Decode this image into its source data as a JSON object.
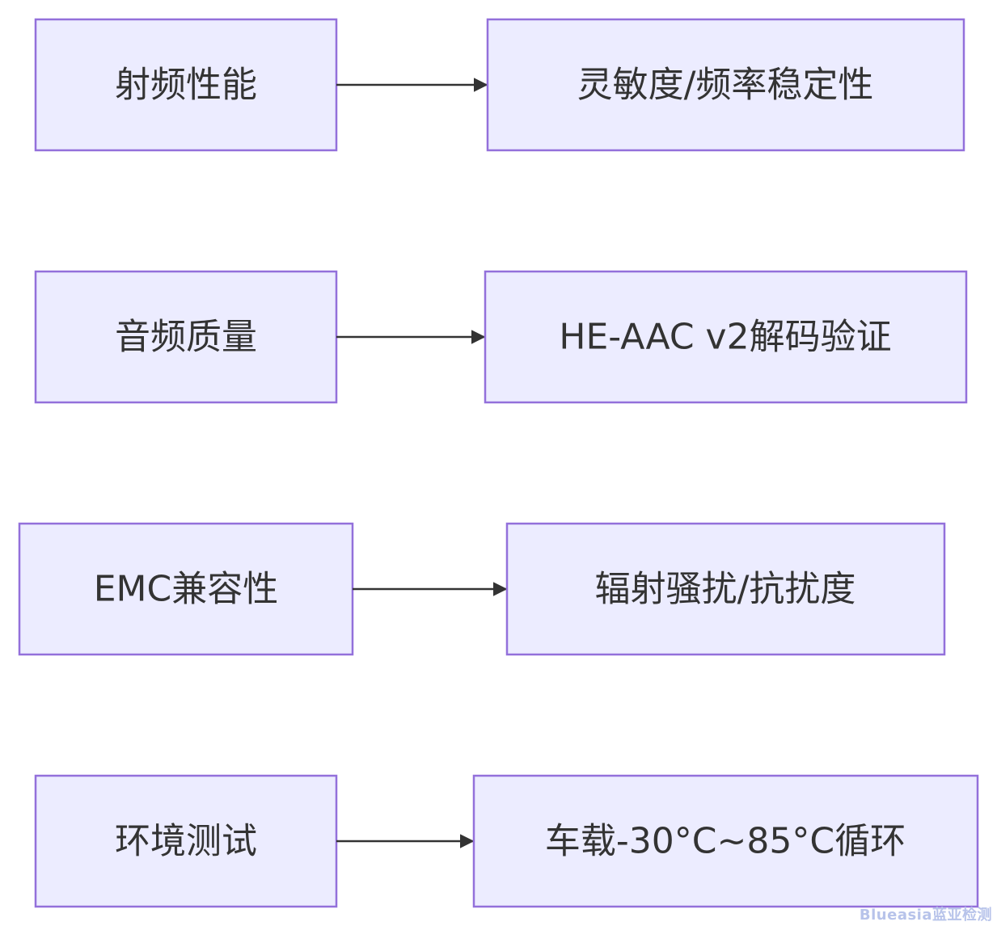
{
  "diagram": {
    "type": "flowchart-LR",
    "rows": [
      {
        "id": "row-rf",
        "source": {
          "label": "射频性能"
        },
        "target": {
          "label": "灵敏度/频率稳定性"
        }
      },
      {
        "id": "row-audio",
        "source": {
          "label": "音频质量"
        },
        "target": {
          "label": "HE-AAC v2解码验证"
        }
      },
      {
        "id": "row-emc",
        "source": {
          "label": "EMC兼容性"
        },
        "target": {
          "label": "辐射骚扰/抗扰度"
        }
      },
      {
        "id": "row-env",
        "source": {
          "label": "环境测试"
        },
        "target": {
          "label": "车载-30°C~85°C循环"
        }
      }
    ],
    "colors": {
      "node_fill": "#ECECFF",
      "node_stroke": "#9370DB",
      "edge": "#333333",
      "text": "#333333"
    }
  },
  "watermark": {
    "text": "Blueasia蓝亚检测"
  }
}
